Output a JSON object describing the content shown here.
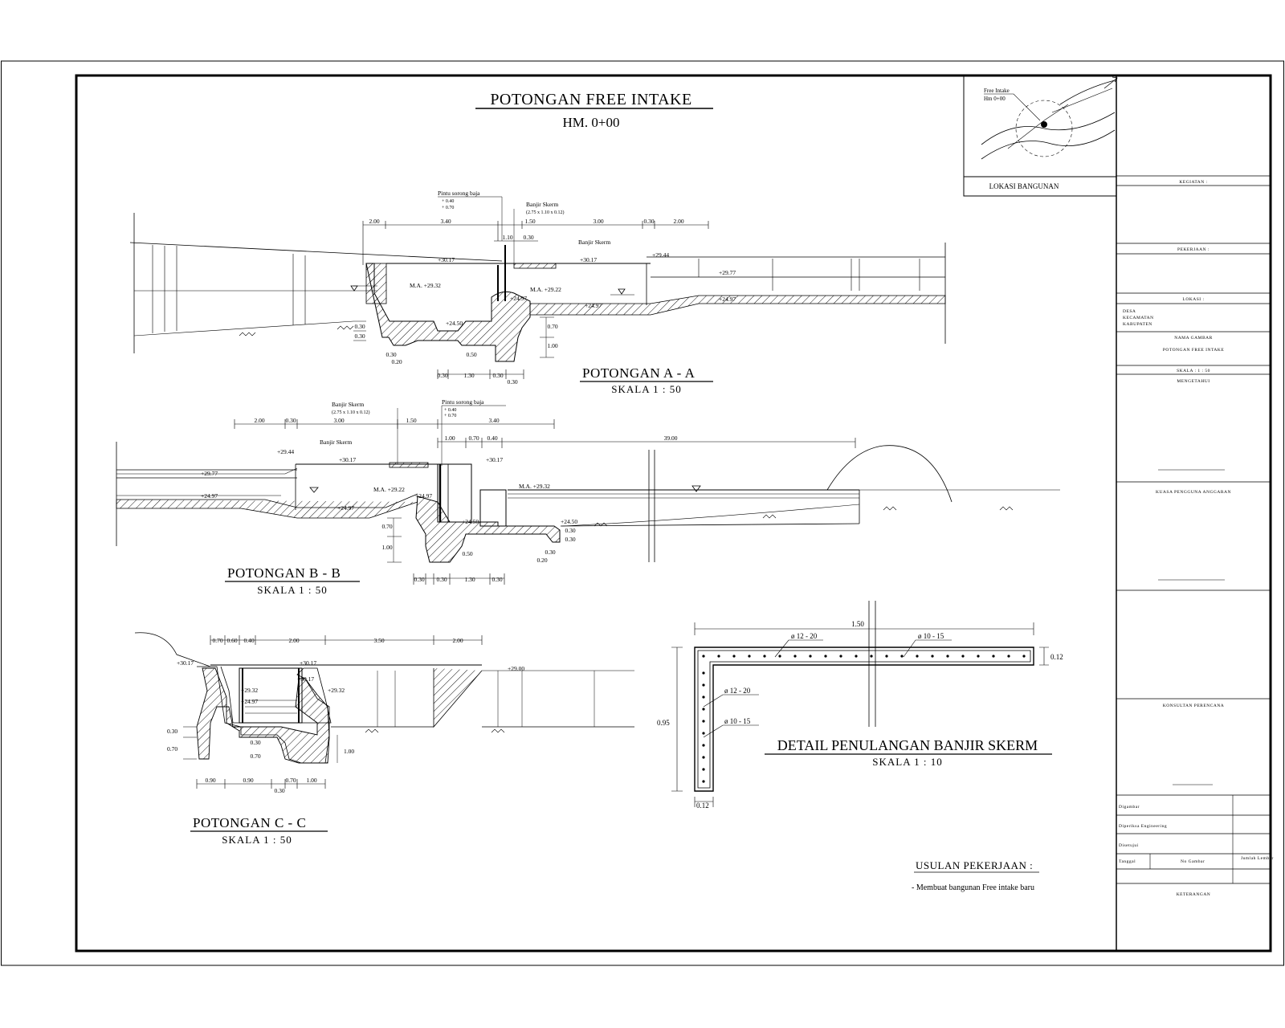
{
  "titles": {
    "main": "POTONGAN FREE INTAKE",
    "station": "HM. 0+00",
    "section_aa": "POTONGAN  A - A",
    "section_bb": "POTONGAN  B - B",
    "section_cc": "POTONGAN  C - C",
    "scale_50": "SKALA 1 : 50",
    "detail": "DETAIL PENULANGAN BANJIR SKERM",
    "scale_10": "SKALA 1 : 10"
  },
  "labels": {
    "pintu_sorong": "Pintu sorong baja",
    "pintu_dims_1": "+  0.40",
    "pintu_dims_2": "+  0.70",
    "banjir_skerm": "Banjir Skerm",
    "banjir_skerm_size": "(2.75 x 1.10 x 0.12)",
    "ma_1": "M.A. +29.32",
    "ma_2": "M.A. +29.22",
    "ma_3": "M.A. +29.32",
    "el_3017": "+30.17",
    "el_2944": "+29.44",
    "el_2497": "+24.97",
    "el_2450": "+24.50",
    "el_2477": "+29.77"
  },
  "dims_aa": {
    "top_1": "2.00",
    "top_2": "3.40",
    "top_3": "1.50",
    "top_4": "3.00",
    "top_5": "0.30",
    "top_6": "2.00",
    "h_1": "1.10",
    "h_2": "0.30",
    "v_1": "0.30",
    "v_2": "0.30",
    "v_3": "0.70",
    "v_4": "1.00",
    "b_1": "0.30",
    "b_2": "1.30",
    "b_3": "0.30",
    "b_4": "0.30",
    "s_1": "0.30",
    "s_2": "0.20",
    "s_3": "0.50"
  },
  "dims_bb": {
    "top_1": "2.00",
    "top_2": "0.30",
    "top_3": "3.00",
    "top_4": "1.50",
    "top_5": "3.40",
    "t2_1": "1.00",
    "t2_2": "0.70",
    "t2_3": "0.40",
    "t2_4": "39.00",
    "v_1": "0.70",
    "v_2": "1.00",
    "b_1": "0.30",
    "b_2": "0.30",
    "b_3": "1.30",
    "b_4": "0.30",
    "s_1": "0.50",
    "s_2": "0.30",
    "s_3": "0.20",
    "s_4": "0.30",
    "s_5": "0.30"
  },
  "dims_cc": {
    "t_1": "0.70",
    "t_2": "0.60",
    "t_3": "0.40",
    "t_4": "2.00",
    "t_5": "3.50",
    "t_6": "2.00",
    "v_1": "0.30",
    "v_2": "0.70",
    "v_3": "1.00",
    "v_4": "0.30",
    "v_5": "0.70",
    "b_1": "0.90",
    "b_2": "0.90",
    "b_3": "0.70",
    "b_4": "1.00",
    "b_5": "0.30",
    "el_a": "+30.17",
    "el_b": "+30.17",
    "el_c": "+29.32",
    "el_d": "+29.32",
    "el_e": "+24.97",
    "el_f": "+29.00",
    "el_g": "+30.17"
  },
  "detail": {
    "width": "1.50",
    "height": "0.95",
    "thick_top": "0.12",
    "thick_side": "0.12",
    "bar_1": "ø 12 - 20",
    "bar_2": "ø 10 - 15",
    "bar_3": "ø 12 - 20",
    "bar_4": "ø 10 - 15"
  },
  "usulan": {
    "heading": "USULAN PEKERJAAN :",
    "item": "- Membuat bangunan Free intake baru"
  },
  "location_map": {
    "label": "LOKASI BANGUNAN",
    "note_1": "Free Intake",
    "note_2": "Hm 0+00"
  },
  "title_block": {
    "kegiatan": "KEGIATAN :",
    "pekerjaan": "PEKERJAAN :",
    "lokasi": "LOKASI :",
    "lokasi_1": "DESA",
    "lokasi_2": "KECAMATAN",
    "lokasi_3": "KABUPATEN",
    "nama_gambar": "NAMA GAMBAR",
    "gambar": "POTONGAN FREE INTAKE",
    "skala": "SKALA :      1 : 50",
    "mengetahui": "MENGETAHUI",
    "pengguna": "KUASA PENGGUNA ANGGARAN",
    "konsultan": "KONSULTAN PERENCANA",
    "row_1": "Digambar",
    "row_2": "Diperiksa Engineering",
    "row_3": "Disetujui",
    "row_4a": "Tanggal",
    "row_4b": "No Gambar",
    "row_4c": "Jumlah Lembar",
    "keterangan": "KETERANGAN"
  }
}
